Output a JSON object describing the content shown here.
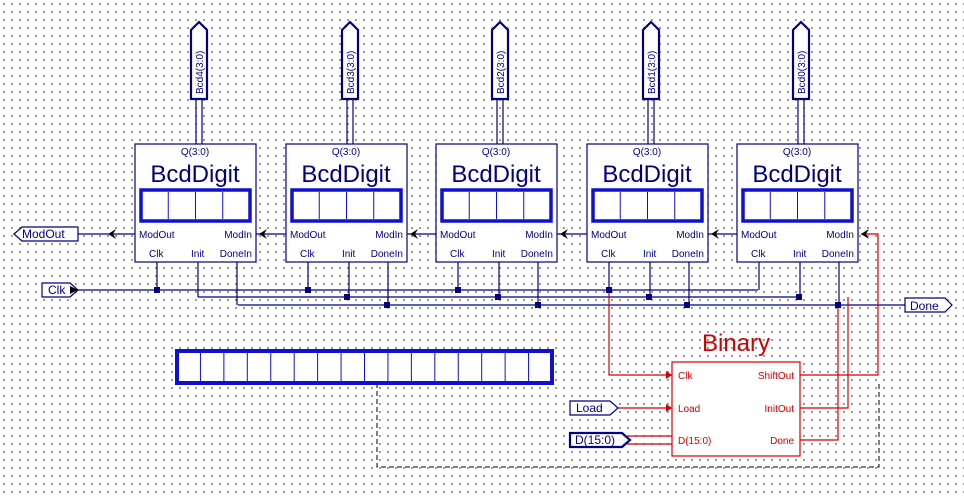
{
  "digits": [
    {
      "id": "d4",
      "title": "BcdDigit",
      "bus": "Bcd4(3:0)",
      "q": "Q(3:0)",
      "mod_out": "ModOut",
      "mod_in": "ModIn",
      "clk": "Clk",
      "init": "Init",
      "done_in": "DoneIn"
    },
    {
      "id": "d3",
      "title": "BcdDigit",
      "bus": "Bcd3(3:0)",
      "q": "Q(3:0)",
      "mod_out": "ModOut",
      "mod_in": "ModIn",
      "clk": "Clk",
      "init": "Init",
      "done_in": "DoneIn"
    },
    {
      "id": "d2",
      "title": "BcdDigit",
      "bus": "Bcd2(3:0)",
      "q": "Q(3:0)",
      "mod_out": "ModOut",
      "mod_in": "ModIn",
      "clk": "Clk",
      "init": "Init",
      "done_in": "DoneIn"
    },
    {
      "id": "d1",
      "title": "BcdDigit",
      "bus": "Bcd1(3:0)",
      "q": "Q(3:0)",
      "mod_out": "ModOut",
      "mod_in": "ModIn",
      "clk": "Clk",
      "init": "Init",
      "done_in": "DoneIn"
    },
    {
      "id": "d0",
      "title": "BcdDigit",
      "bus": "Bcd0(3:0)",
      "q": "Q(3:0)",
      "mod_out": "ModOut",
      "mod_in": "ModIn",
      "clk": "Clk",
      "init": "Init",
      "done_in": "DoneIn"
    }
  ],
  "binary": {
    "title": "Binary",
    "pins": {
      "clk": "Clk",
      "load": "Load",
      "d": "D(15:0)",
      "shift_out": "ShiftOut",
      "init_out": "InitOut",
      "done": "Done"
    }
  },
  "ports": {
    "mod_out": "ModOut",
    "clk": "Clk",
    "done": "Done",
    "load": "Load",
    "d": "D(15:0)"
  },
  "colors": {
    "wire": "#000080",
    "binary": "#d40000",
    "grid_dot": "#7a7a7a"
  }
}
